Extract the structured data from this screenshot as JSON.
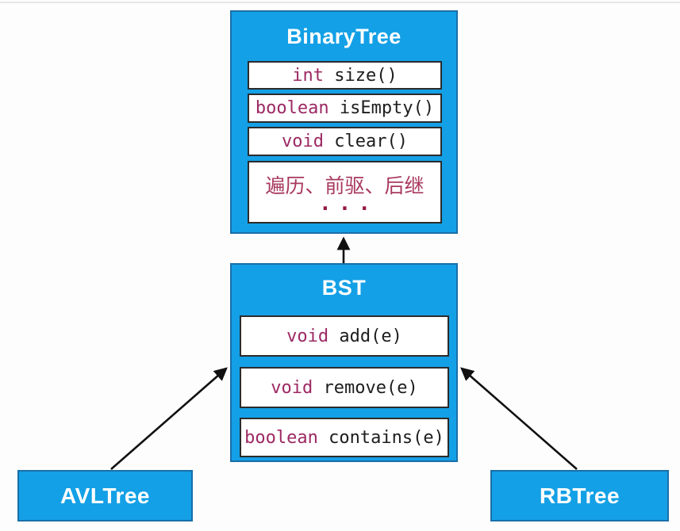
{
  "page": {
    "background": "#FDFDFD",
    "top_divider_color": "#E7E7E7"
  },
  "colors": {
    "box_fill": "#14A0E6",
    "box_border": "#1A6FA8",
    "title_text": "#FFFFFF",
    "row_background": "#FFFFFF",
    "row_border": "#2B2B2B",
    "keyword": "#9C2963",
    "code_text": "#1D1D1D",
    "cjk_text": "#A8395E",
    "dots_text": "#951A3F",
    "arrow": "#111111"
  },
  "diagram": {
    "binary_tree": {
      "title": "BinaryTree",
      "methods": [
        {
          "keyword": "int",
          "rest": " size()"
        },
        {
          "keyword": "boolean",
          "rest": " isEmpty()"
        },
        {
          "keyword": "void",
          "rest": " clear()"
        }
      ],
      "note": {
        "text": "遍历、前驱、后继",
        "dots": "..."
      }
    },
    "bst": {
      "title": "BST",
      "methods": [
        {
          "keyword": "void",
          "rest": " add(e)"
        },
        {
          "keyword": "void",
          "rest": " remove(e)"
        },
        {
          "keyword": "boolean",
          "rest": " contains(e)"
        }
      ]
    },
    "avl_tree": {
      "title": "AVLTree"
    },
    "rb_tree": {
      "title": "RBTree"
    },
    "relations": [
      {
        "from": "BST",
        "to": "BinaryTree",
        "type": "arrow"
      },
      {
        "from": "AVLTree",
        "to": "BST",
        "type": "arrow"
      },
      {
        "from": "RBTree",
        "to": "BST",
        "type": "arrow"
      }
    ]
  }
}
